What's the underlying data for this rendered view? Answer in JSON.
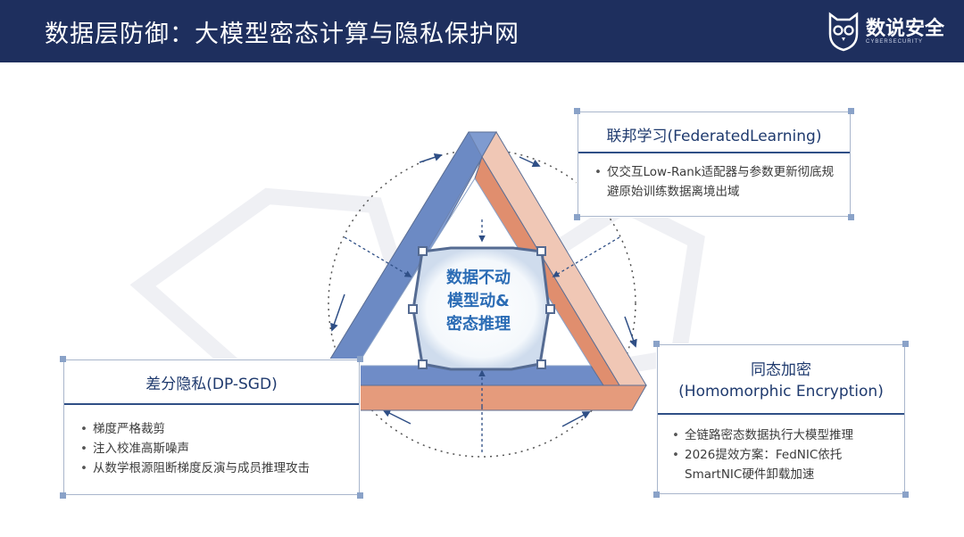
{
  "header": {
    "title": "数据层防御：大模型密态计算与隐私保护网",
    "brand_name": "数说安全",
    "brand_sub": "CYBERSECURITY"
  },
  "colors": {
    "header_bg": "#1e2f5e",
    "blue_face": "#7f9bd0",
    "orange_face": "#e08e6e",
    "accent_text": "#2b6cb5"
  },
  "center": {
    "line1": "数据不动",
    "line2": "模型动&",
    "line3": "密态推理"
  },
  "federated": {
    "title": "联邦学习(FederatedLearning)",
    "bullets": [
      "仅交互Low-Rank适配器与参数更新彻底规避原始训练数据离境出域"
    ]
  },
  "dp": {
    "title": "差分隐私(DP-SGD)",
    "bullets": [
      "梯度严格裁剪",
      "注入校准高斯噪声",
      "从数学根源阻断梯度反演与成员推理攻击"
    ]
  },
  "he": {
    "title_line1": "同态加密",
    "title_line2": "(Homomorphic Encryption)",
    "bullets": [
      "全链路密态数据执行大模型推理",
      "2026提效方案：FedNIC依托SmartNIC硬件卸载加速"
    ]
  }
}
